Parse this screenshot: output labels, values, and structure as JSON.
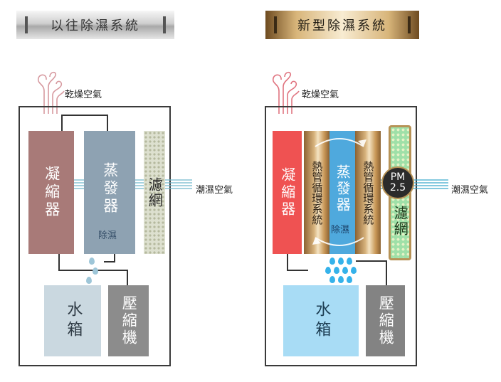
{
  "old_system": {
    "title": "以往除濕系統",
    "dry_air": "乾燥空氣",
    "humid_air": "潮濕空氣",
    "condenser": "凝縮器",
    "evaporator": "蒸發器",
    "dehumidify": "除濕",
    "filter": "濾網",
    "water_tank": "水箱",
    "compressor": "壓縮機"
  },
  "new_system": {
    "title": "新型除濕系統",
    "dry_air": "乾燥空氣",
    "humid_air": "潮濕空氣",
    "condenser": "凝縮器",
    "heat_pipe_left": "熱管循環系統",
    "evaporator": "蒸發器",
    "dehumidify": "除濕",
    "heat_pipe_right": "熱管循環系統",
    "pm_label": "PM",
    "pm_value": "2.5",
    "filter": "濾網",
    "water_tank": "水箱",
    "compressor": "壓縮機"
  },
  "colors": {
    "old_condenser": "#a87a78",
    "old_evaporator": "#8ea2b2",
    "old_filter": "#dde0cf",
    "old_tank": "#cad8e0",
    "old_compressor": "#8c8c8c",
    "new_condenser": "#ef5252",
    "new_heat_pipe": "#c9a06a",
    "new_evaporator": "#4fa9dd",
    "new_filter": "#9fe0a8",
    "new_tank": "#a8dcf5",
    "new_compressor": "#838383",
    "drop_old": "#9ec6d8",
    "drop_new": "#35b2ea"
  }
}
